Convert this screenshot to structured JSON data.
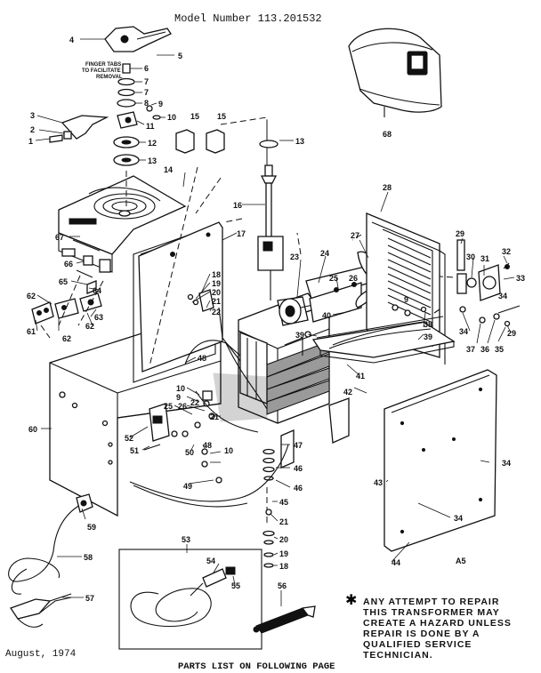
{
  "header": {
    "model_number": "Model Number 113.201532"
  },
  "footer": {
    "date": "August, 1974",
    "parts_list_note": "PARTS LIST ON FOLLOWING PAGE",
    "diagram_code": "A5"
  },
  "notes": {
    "finger_tabs": [
      "FINGER TABS",
      "TO FACILITATE",
      "REMOVAL"
    ]
  },
  "warning": {
    "symbol": "✱",
    "lines": [
      "ANY ATTEMPT TO REPAIR",
      "THIS TRANSFORMER MAY",
      "CREATE A HAZARD UNLESS",
      "REPAIR IS DONE BY A",
      "QUALIFIED SERVICE",
      "TECHNICIAN."
    ]
  },
  "callouts": {
    "c1": "1",
    "c2": "2",
    "c3": "3",
    "c4": "4",
    "c5": "5",
    "c6": "6",
    "c7a": "7",
    "c7b": "7",
    "c8": "8",
    "c9a": "9",
    "c9b": "9",
    "c9c": "9",
    "c10a": "10",
    "c10b": "10",
    "c10c": "10",
    "c11": "11",
    "c12": "12",
    "c13a": "13",
    "c13b": "13",
    "c14": "14",
    "c15a": "15",
    "c15b": "15",
    "c16": "16",
    "c17": "17",
    "c18a": "18",
    "c18b": "18",
    "c19a": "19",
    "c19b": "19",
    "c20a": "20",
    "c20b": "20",
    "c21a": "21",
    "c21b": "21",
    "c21c": "21",
    "c22a": "22",
    "c22b": "22",
    "c23": "23",
    "c24": "24",
    "c25a": "25",
    "c25b": "25",
    "c26a": "26",
    "c26b": "26",
    "c27": "27",
    "c28": "28",
    "c29a": "29",
    "c29b": "29",
    "c30": "30",
    "c31": "31",
    "c32": "32",
    "c33": "33",
    "c34a": "34",
    "c34b": "34",
    "c34c": "34",
    "c34d": "34",
    "c35": "35",
    "c36": "36",
    "c37": "37",
    "c38": "38",
    "c39a": "39",
    "c39b": "39",
    "c40": "40",
    "c41": "41",
    "c42": "42",
    "c43": "43",
    "c44": "44",
    "c45": "45",
    "c46a": "46",
    "c46b": "46",
    "c47": "47",
    "c48a": "48",
    "c48b": "48",
    "c49": "49",
    "c50": "50",
    "c51": "51",
    "c52": "52",
    "c53": "53",
    "c54": "54",
    "c55": "55",
    "c56": "56",
    "c57": "57",
    "c58": "58",
    "c59": "59",
    "c60": "60",
    "c61": "61",
    "c62a": "62",
    "c62b": "62",
    "c62c": "62",
    "c63": "63",
    "c64": "64",
    "c65": "65",
    "c66": "66",
    "c67": "67",
    "c68": "68"
  }
}
